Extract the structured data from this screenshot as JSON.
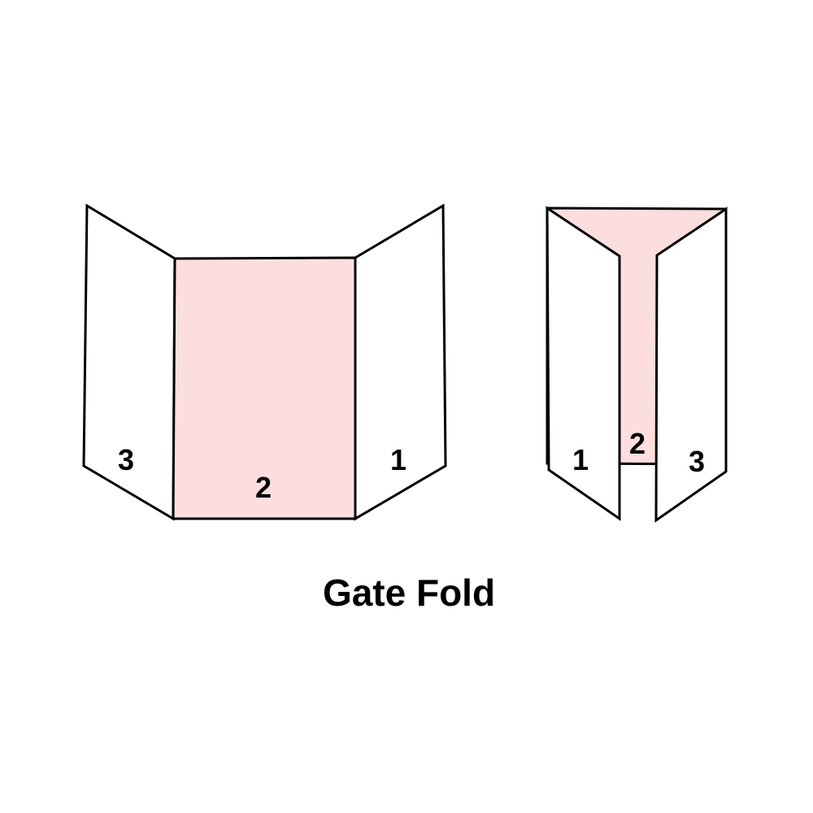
{
  "title": "Gate Fold",
  "colors": {
    "highlight_panel_fill": "#fcdede",
    "paper_fill": "#ffffff",
    "outline": "#000000",
    "background": "#ffffff",
    "label_color": "#000000"
  },
  "open_view": {
    "name": "gate fold opened flat view",
    "labels": {
      "left_panel": "3",
      "center_panel": "2",
      "right_panel": "1"
    }
  },
  "folded_view": {
    "name": "gate fold closed view",
    "labels": {
      "left_panel": "1",
      "center_panel": "2",
      "right_panel": "3"
    }
  }
}
